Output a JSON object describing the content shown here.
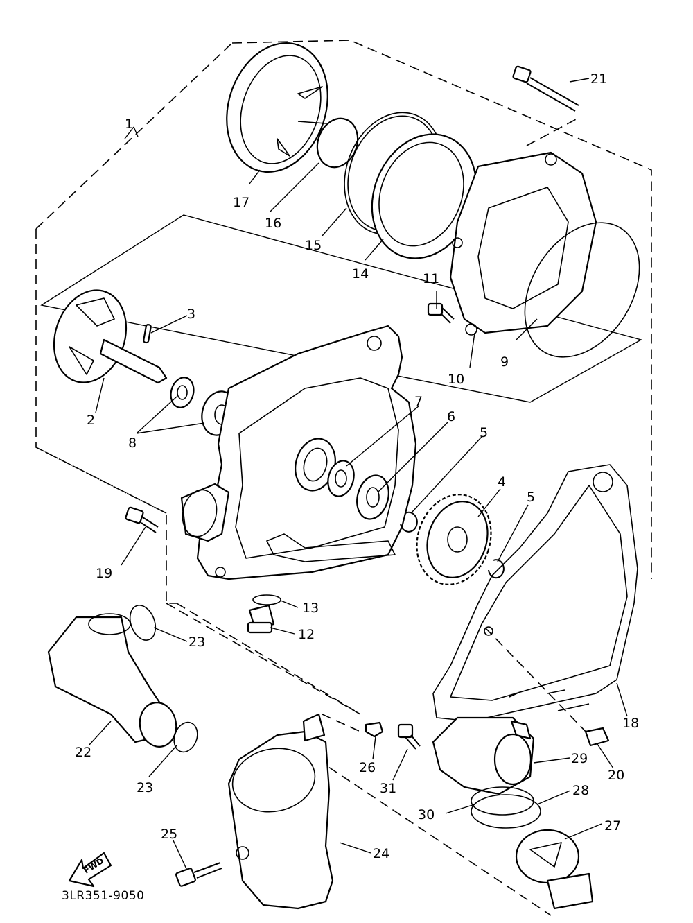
{
  "diagram": {
    "part_numbers": {
      "p1": "1",
      "p2": "2",
      "p3": "3",
      "p4": "4",
      "p5a": "5",
      "p5b": "5",
      "p6": "6",
      "p7": "7",
      "p8": "8",
      "p9": "9",
      "p10": "10",
      "p11": "11",
      "p12": "12",
      "p13": "13",
      "p14": "14",
      "p15": "15",
      "p16": "16",
      "p17": "17",
      "p18": "18",
      "p19": "19",
      "p20": "20",
      "p21": "21",
      "p22": "22",
      "p23a": "23",
      "p23b": "23",
      "p24": "24",
      "p25": "25",
      "p26": "26",
      "p27": "27",
      "p28": "28",
      "p29": "29",
      "p30": "30",
      "p31": "31"
    },
    "fwd_label": "FWD",
    "diagram_code": "3LR351-9050"
  }
}
